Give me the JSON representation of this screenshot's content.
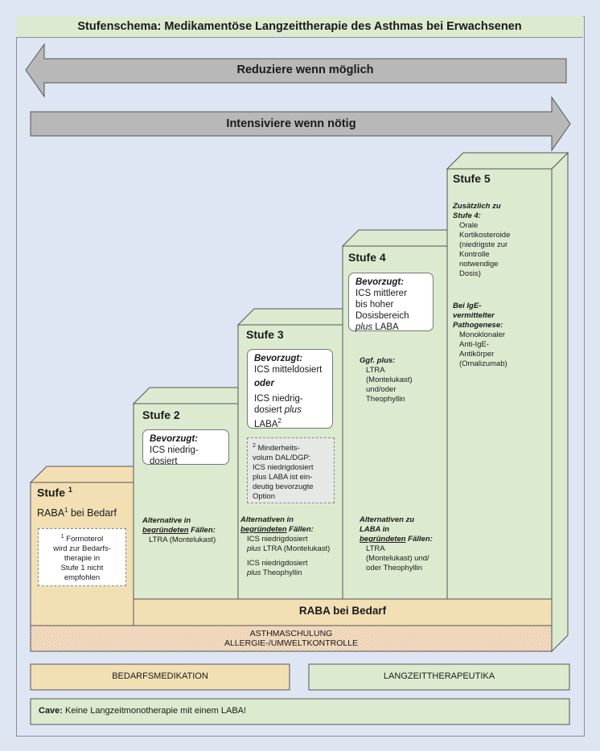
{
  "title": "Stufenschema: Medikamentöse Langzeittherapie des Asthmas bei Erwachsenen",
  "arrows": {
    "reduce": "Reduziere wenn möglich",
    "intensify": "Intensiviere wenn nötig"
  },
  "stufe1": {
    "title": "Stufe ",
    "title_sup": "1",
    "raba": "RABA",
    "raba_sup": "1",
    "raba_rest": " bei Bedarf",
    "footnote_sup": "1",
    "footnote_l1": " Formoterol",
    "footnote_l2": "wird zur Bedarfs-",
    "footnote_l3": "therapie in",
    "footnote_l4": "Stufe 1 nicht",
    "footnote_l5": "empfohlen"
  },
  "stufe2": {
    "title": "Stufe 2",
    "pref_label": "Bevorzugt:",
    "pref_l1": "ICS niedrig-",
    "pref_l2": "dosiert",
    "alt_l1": "Alternative in",
    "alt_l2": "begründeten",
    "alt_l2b": " Fällen:",
    "alt_item": "LTRA (Montelukast)"
  },
  "stufe3": {
    "title": "Stufe 3",
    "pref_label": "Bevorzugt:",
    "pref_l1": "ICS mitteldosiert",
    "oder": "oder",
    "pref_l3": "ICS niedrig-",
    "pref_l4": "dosiert ",
    "pref_plus": "plus",
    "pref_l5": "LABA",
    "pref_sup": "2",
    "note_sup": "2",
    "note_l1": " Minderheits-",
    "note_l2": "volum DAL/DGP:",
    "note_l3": "ICS niedrigdosiert",
    "note_l4": "plus LABA ist ein-",
    "note_l5": "deutig bevorzugte",
    "note_l6": "Option",
    "alt_l1": "Alternativen in",
    "alt_l2": "begründeten",
    "alt_l2b": " Fällen:",
    "alt_a1": "ICS niedrigdosiert",
    "alt_a2_plus": "plus",
    "alt_a2": " LTRA (Montelukast)",
    "alt_b1": "ICS niedrigdosiert",
    "alt_b2_plus": "plus",
    "alt_b2": " Theophyllin"
  },
  "stufe4": {
    "title": "Stufe 4",
    "pref_label": "Bevorzugt:",
    "pref_l1": "ICS mittlerer",
    "pref_l2": "bis hoher",
    "pref_l3": "Dosisbereich",
    "pref_plus": "plus",
    "pref_l4": " LABA",
    "ggf_label": "Ggf. plus:",
    "ggf_l1": "LTRA",
    "ggf_l2": "(Montelukast)",
    "ggf_l3": "und/oder",
    "ggf_l4": "Theophyllin",
    "alt_l1": "Alternativen zu",
    "alt_l2": "LABA in",
    "alt_l3": "begründeten",
    "alt_l3b": " Fällen:",
    "alt_i1": "LTRA",
    "alt_i2": "(Montelukast) und/",
    "alt_i3": "oder Theophyllin"
  },
  "stufe5": {
    "title": "Stufe 5",
    "add_l1": "Zusätzlich zu",
    "add_l2": "Stufe 4:",
    "add_i1": "Orale",
    "add_i2": "Kortikosteroide",
    "add_i3": "(niedrigste zur",
    "add_i4": "Kontrolle",
    "add_i5": "notwendige",
    "add_i6": "Dosis)",
    "ige_l1": "Bei IgE-",
    "ige_l2": "vermittelter",
    "ige_l3": "Pathogenese:",
    "ige_i1": "Monoklonaler",
    "ige_i2": "Anti-IgE-",
    "ige_i3": "Antikörper",
    "ige_i4": "(Omalizumab)"
  },
  "raba_bar": "RABA bei Bedarf",
  "base_l1": "ASTHMASCHULUNG",
  "base_l2": "ALLERGIE-/UMWELTKONTROLLE",
  "legend": {
    "bedarf": "BEDARFSMEDIKATION",
    "langzeit": "LANGZEITTHERAPEUTIKA"
  },
  "cave_label": "Cave:",
  "cave_text": " Keine Langzeitmonotherapie mit einem LABA!",
  "colors": {
    "background": "#dfe6f3",
    "green": "#dcebd0",
    "tan": "#f2dfb4",
    "gray_arrow": "#b8b8b8"
  }
}
